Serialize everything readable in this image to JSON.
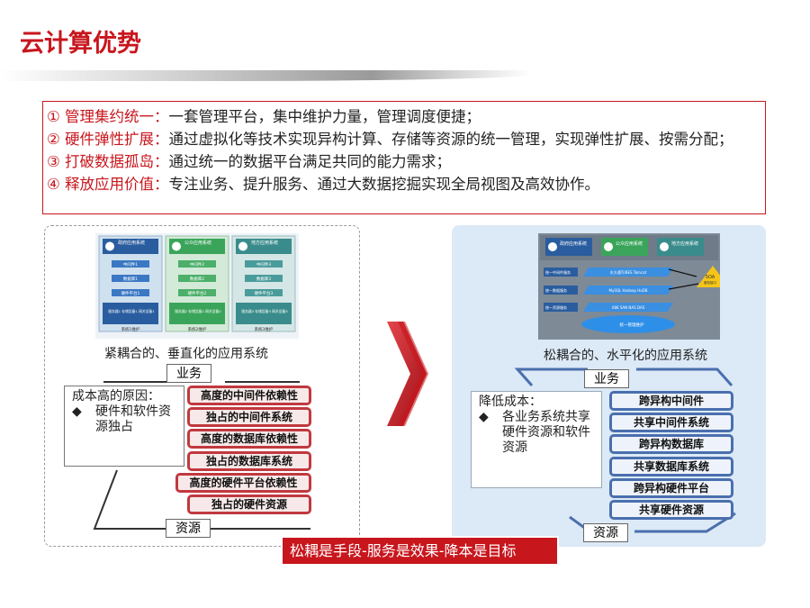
{
  "title": "云计算优势",
  "advantages": [
    {
      "head": "① 管理集约统一：",
      "body": "一套管理平台，集中维护力量，管理调度便捷；"
    },
    {
      "head": "② 硬件弹性扩展：",
      "body": "通过虚拟化等技术实现异构计算、存储等资源的统一管理，实现弹性扩展、按需分配；"
    },
    {
      "head": "③ 打破数据孤岛：",
      "body": "通过统一的数据平台满足共同的能力需求；"
    },
    {
      "head": "④ 释放应用价值：",
      "body": "专注业务、提升服务、通过大数据挖掘实现全局视图及高效协作。"
    }
  ],
  "left": {
    "caption": "紧耦合的、垂直化的应用系统",
    "top_tag": "业务",
    "bottom_tag": "资源",
    "note_title": "成本高的原因：",
    "note_bullet": "◆",
    "note_text": "硬件和软件资源独占",
    "layers": [
      "高度的中间件依赖性",
      "独占的中间件系统",
      "高度的数据库依赖性",
      "独占的数据库系统",
      "高度的硬件平台依赖性",
      "独占的硬件资源"
    ],
    "columns": [
      {
        "top": "政府应用系统",
        "rows": [
          "中间件1",
          "数据库1",
          "硬件平台1"
        ],
        "bottom": "服务器1 存储设备1 网关设备1",
        "footer": "系统1维护"
      },
      {
        "top": "公众应用系统",
        "rows": [
          "中间件2",
          "数据库2",
          "硬件平台2"
        ],
        "bottom": "服务器2 存储设备2 网关设备2",
        "footer": "系统2维护"
      },
      {
        "top": "地方应用系统",
        "rows": [
          "中间件3",
          "数据库3",
          "硬件平台3"
        ],
        "bottom": "服务器3 存储设备3 网关设备3",
        "footer": "系统3维护"
      }
    ]
  },
  "right": {
    "caption": "松耦合的、水平化的应用系统",
    "top_tag": "业务",
    "bottom_tag": "资源",
    "note_title": "降低成本：",
    "note_bullet": "◆",
    "note_text": "各业务系统共享硬件资源和软件资源",
    "layers": [
      "跨异构中间件",
      "共享中间件系统",
      "跨异构数据库",
      "共享数据库系统",
      "跨异构硬件平台",
      "共享硬件资源"
    ],
    "diagram": {
      "apps": [
        "政府应用系统",
        "公众应用系统",
        "地方应用系统"
      ],
      "labels": [
        "统一中间件服务",
        "统一数据服务",
        "统一资源服务"
      ],
      "bars": [
        "东方通TI/BES  Tomcat",
        "MySQL  Hadoop  HaDB",
        "X86  SAN  NAS  DAS"
      ],
      "soa": "SOA",
      "soa_sub": "服务接口",
      "oval": "统一管理维护"
    }
  },
  "footer": "松耦是手段-服务是效果-降本是目标",
  "colors": {
    "accent": "#c8161d",
    "left_pill_border": "#c0393f",
    "right_pill_border": "#4a6fae",
    "right_panel": "#dce9f6"
  }
}
